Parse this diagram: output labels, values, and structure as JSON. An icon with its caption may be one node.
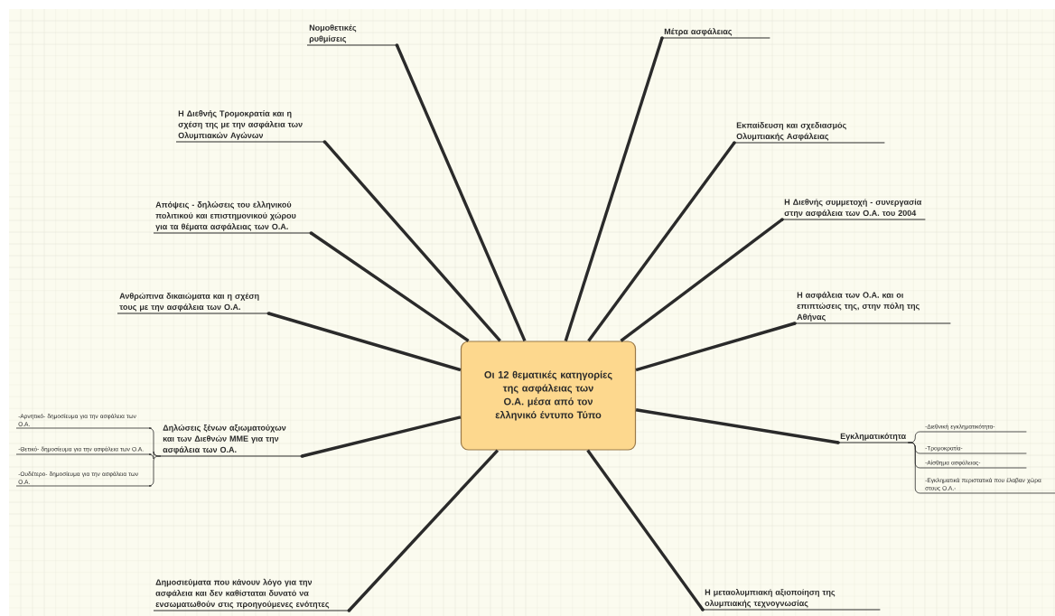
{
  "diagram": {
    "nodes": [
      {
        "text": [
          "Οι 12 θεματικές κατηγορίες της ασφάλειας των Ο.Α. μέσα από τον ελληνικό έντυπο Τύπο"
        ]
      },
      {
        "text": [
          "Νομοθετικές ρυθμίσεις"
        ]
      },
      {
        "text": [
          "Μέτρα ασφάλειας"
        ]
      },
      {
        "text": [
          "Η Διεθνής Τρομοκρατία και η σχέση της με την ασφάλεια των Ολυμπιακών Αγώνων"
        ]
      },
      {
        "text": [
          "Εκπαίδευση και σχεδιασμός Ολυμπιακής Ασφάλειας"
        ]
      },
      {
        "text": [
          "Απόψεις - δηλώσεις του ελληνικού πολιτικού και επιστημονικού χώρου για τα θέματα ασφάλειας των Ο.Α."
        ]
      },
      {
        "text": [
          "Η Διεθνής συμμετοχή - συνεργασία στην ασφάλεια των Ο.Α. του 2004"
        ]
      },
      {
        "text": [
          "Ανθρώπινα δικαιώματα και η σχέση τους με την ασφάλεια των Ο.Α."
        ]
      },
      {
        "text": [
          "Η ασφάλεια των Ο.Α. και οι επιπτώσεις της, στην πόλη της Αθήνας"
        ]
      },
      {
        "text": [
          "Δηλώσεις ξένων αξιωματούχων και των Διεθνών ΜΜΕ για την ασφάλεια των Ο.Α."
        ]
      },
      {
        "text": [
          "Εγκληματικότητα"
        ]
      },
      {
        "text": [
          "Δημοσιεύματα που κάνουν λόγο για την ασφάλεια και δεν καθίσταται δυνατό να ενσωματωθούν στις προηγούμενες ενότητες"
        ]
      },
      {
        "text": [
          "Η μεταολυμπιακή αξιοποίηση της ολυμπιακής τεχνογνωσίας"
        ]
      },
      {
        "text": [
          "-Αρνητικό- δημοσίευμα για την ασφάλεια των Ο.Α."
        ]
      },
      {
        "text": [
          "-Θετικό- δημοσίευμα για την ασφάλεια των Ο.Α."
        ]
      },
      {
        "text": [
          "-Ουδέτερο- δημοσίευμα για την ασφάλεια των Ο.Α."
        ]
      },
      {
        "text": [
          "-Διεθνική εγκληματικότητα-"
        ]
      },
      {
        "text": [
          "-Τρομοκρατία-"
        ]
      },
      {
        "text": [
          "-Αίσθημα ασφάλειας-"
        ]
      },
      {
        "text": [
          "-Εγκληματικά περιστατικά που έλαβαν χώρα στους Ο.Α.-"
        ]
      }
    ],
    "edges": [
      {
        "from": 0,
        "to": 1,
        "arrow": "none"
      },
      {
        "from": 0,
        "to": 2,
        "arrow": "none"
      },
      {
        "from": 0,
        "to": 3,
        "arrow": "none"
      },
      {
        "from": 0,
        "to": 4,
        "arrow": "none"
      },
      {
        "from": 0,
        "to": 5,
        "arrow": "none"
      },
      {
        "from": 0,
        "to": 6,
        "arrow": "none"
      },
      {
        "from": 0,
        "to": 7,
        "arrow": "none"
      },
      {
        "from": 0,
        "to": 8,
        "arrow": "none"
      },
      {
        "from": 0,
        "to": 9,
        "arrow": "none"
      },
      {
        "from": 0,
        "to": 10,
        "arrow": "none"
      },
      {
        "from": 0,
        "to": 11,
        "arrow": "none"
      },
      {
        "from": 0,
        "to": 12,
        "arrow": "none"
      },
      {
        "from": 9,
        "to": 13,
        "arrow": "none"
      },
      {
        "from": 9,
        "to": 14,
        "arrow": "none"
      },
      {
        "from": 9,
        "to": 15,
        "arrow": "none"
      },
      {
        "from": 10,
        "to": 16,
        "arrow": "none"
      },
      {
        "from": 10,
        "to": 17,
        "arrow": "none"
      },
      {
        "from": 10,
        "to": 18,
        "arrow": "none"
      },
      {
        "from": 10,
        "to": 19,
        "arrow": "none"
      }
    ]
  }
}
